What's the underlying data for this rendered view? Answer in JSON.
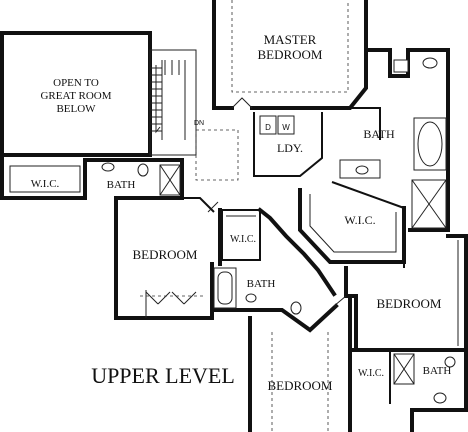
{
  "plan": {
    "level_title": "UPPER LEVEL",
    "rooms": {
      "master_bedroom": [
        "MASTER",
        "BEDROOM"
      ],
      "open_to_great_room": [
        "OPEN TO",
        "GREAT ROOM",
        "BELOW"
      ],
      "master_bath": "BATH",
      "laundry": "LDY.",
      "washer": "W",
      "dryer": "D",
      "dn_arrow": "DN",
      "master_wic": "W.I.C.",
      "wic_left": "W.I.C.",
      "bath_left": "BATH",
      "bedroom_left": "BEDROOM",
      "wic_center": "W.I.C.",
      "bath_center": "BATH",
      "bedroom_right": "BEDROOM",
      "bedroom_bottom": "BEDROOM",
      "wic_bottom_right": "W.I.C.",
      "bath_bottom_right": "BATH"
    }
  }
}
